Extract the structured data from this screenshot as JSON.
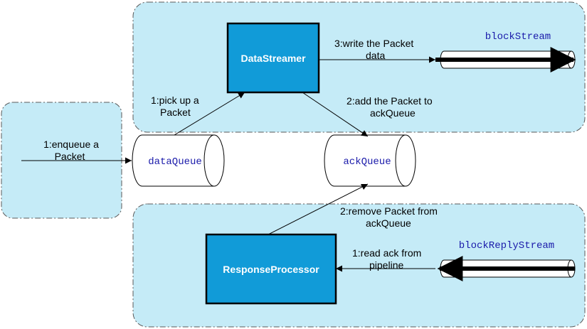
{
  "colors": {
    "zone_fill": "#c5ebf7",
    "zone_stroke": "#5a5a5a",
    "process_fill": "#119bd8",
    "process_stroke": "#000000",
    "queue_fill": "#ffffff",
    "stream_name": "#1a1aaa",
    "line": "#000000"
  },
  "processes": {
    "data_streamer": "DataStreamer",
    "response_processor": "ResponseProcessor"
  },
  "queues": {
    "data_queue": "dataQueue",
    "ack_queue": "ackQueue"
  },
  "streams": {
    "block_stream": "blockStream",
    "block_reply_stream": "blockReplyStream"
  },
  "labels": {
    "enqueue": [
      "1:enqueue a",
      "Packet"
    ],
    "pick_up": [
      "1:pick up a",
      "Packet"
    ],
    "write": [
      "3:write the Packet",
      "data"
    ],
    "add": [
      "2:add the Packet to",
      "ackQueue"
    ],
    "remove": [
      "2:remove Packet from",
      "ackQueue"
    ],
    "read_ack": [
      "1:read ack from",
      "pipeline"
    ]
  }
}
